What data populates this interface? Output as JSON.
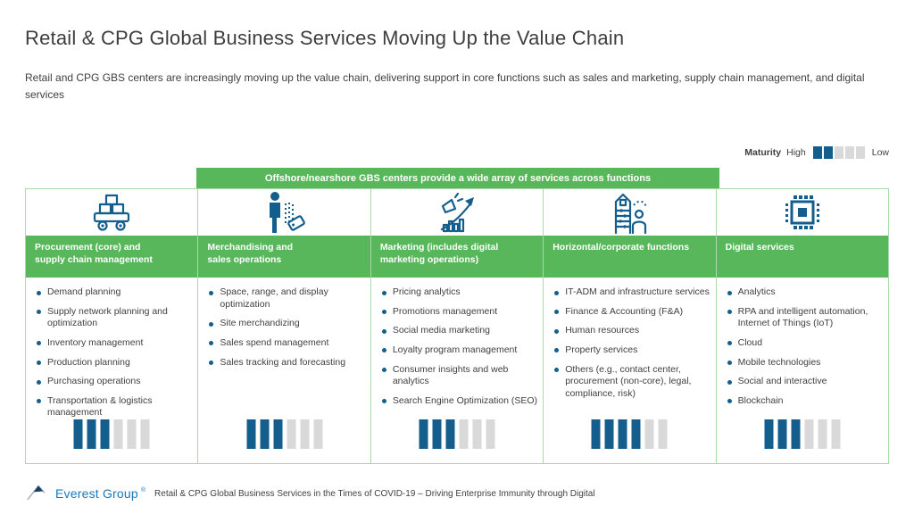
{
  "title": "Retail & CPG Global Business Services Moving Up the Value Chain",
  "subtitle": "Retail and CPG GBS centers are increasingly moving up the value chain, delivering support in core functions such as sales and marketing, supply chain management, and digital services",
  "legend": {
    "label": "Maturity",
    "high_label": "High",
    "low_label": "Low",
    "filled": 2,
    "total": 5
  },
  "banner": "Offshore/nearshore GBS centers provide a wide array of services across functions",
  "colors": {
    "accent_blue": "#135E8C",
    "accent_green": "#58B75B",
    "border_green": "#A9D8AA",
    "block_gray": "#D9D9D9",
    "text_dark": "#404040",
    "brand_blue": "#1878BC"
  },
  "columns": [
    {
      "icon": "cart-with-boxes-icon",
      "header": "Procurement (core) and\nsupply chain management",
      "items": [
        "Demand planning",
        "Supply network planning and optimization",
        "Inventory management",
        "Production planning",
        "Purchasing operations",
        "Transportation & logistics management"
      ],
      "maturity": {
        "filled": 3,
        "total": 6
      }
    },
    {
      "icon": "person-with-tag-icon",
      "header": "Merchandising and\nsales operations",
      "items": [
        "Space, range, and display optimization",
        "Site merchandizing",
        "Sales spend management",
        "Sales tracking and forecasting"
      ],
      "maturity": {
        "filled": 3,
        "total": 6
      }
    },
    {
      "icon": "megaphone-growth-chart-icon",
      "header": "Marketing (includes digital\nmarketing operations)",
      "items": [
        "Pricing analytics",
        "Promotions management",
        "Social media marketing",
        "Loyalty program management",
        "Consumer insights and web analytics",
        "Search Engine Optimization (SEO)"
      ],
      "maturity": {
        "filled": 3,
        "total": 6
      }
    },
    {
      "icon": "corporate-building-icon",
      "header": "Horizontal/corporate functions",
      "items": [
        "IT-ADM and infrastructure services",
        "Finance & Accounting (F&A)",
        "Human resources",
        "Property services",
        "Others (e.g., contact center, procurement (non-core), legal, compliance, risk)"
      ],
      "maturity": {
        "filled": 4,
        "total": 6
      }
    },
    {
      "icon": "chip-icon",
      "header": "Digital services",
      "items": [
        "Analytics",
        "RPA and intelligent automation, Internet of Things (IoT)",
        "Cloud",
        "Mobile technologies",
        "Social and interactive",
        "Blockchain"
      ],
      "maturity": {
        "filled": 3,
        "total": 6
      }
    }
  ],
  "footer": {
    "brand": "Everest Group",
    "reg": "®",
    "caption": "Retail & CPG Global Business Services in the Times of COVID-19 – Driving Enterprise Immunity through Digital"
  }
}
